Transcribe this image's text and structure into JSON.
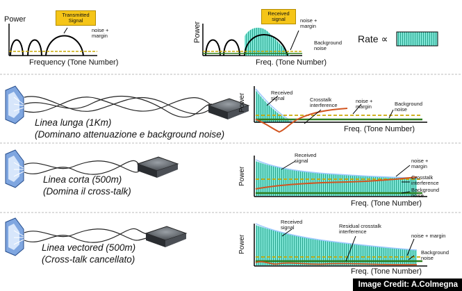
{
  "top_left": {
    "y_label": "Power",
    "x_label": "Frequency (Tone Number)",
    "box_label": "Transmitted Signal",
    "noise_label": "noise + margin"
  },
  "top_mid": {
    "y_label": "Power",
    "x_label": "Freq. (Tone Number)",
    "box_label": "Received signal",
    "noise_label": "noise + margin",
    "bg_label": "Background noise"
  },
  "rate": {
    "label": "Rate ∝"
  },
  "rows": [
    {
      "title_line1": "Linea lunga (1Km)",
      "title_line2": "(Dominano attenuazione e background noise)",
      "y_label": "Power",
      "x_label": "Freq. (Tone Number)",
      "received": "Received signal",
      "crosstalk": "Crosstalk interference",
      "noise": "noise + margin",
      "background": "Background noise"
    },
    {
      "title_line1": "Linea corta (500m)",
      "title_line2": "(Domina il cross-talk)",
      "y_label": "Power",
      "x_label": "Freq. (Tone Number)",
      "received": "Received signal",
      "crosstalk": "Crosstalk interference",
      "noise": "noise + margin",
      "background": "Background noise"
    },
    {
      "title_line1": "Linea vectored (500m)",
      "title_line2": "(Cross-talk cancellato)",
      "y_label": "Power",
      "x_label": "Freq. (Tone Number)",
      "received": "Received signal",
      "crosstalk": "Residual crosstalk interference",
      "noise": "noise + margin",
      "background": "Background noise"
    }
  ],
  "credit": "Image Credit: A.Colmegna",
  "colors": {
    "signal_fill": "#5fe0cc",
    "crosstalk": "#d2541f",
    "noise": "#d8b400",
    "background": "#2e7d1f",
    "box": "#f5c518"
  }
}
